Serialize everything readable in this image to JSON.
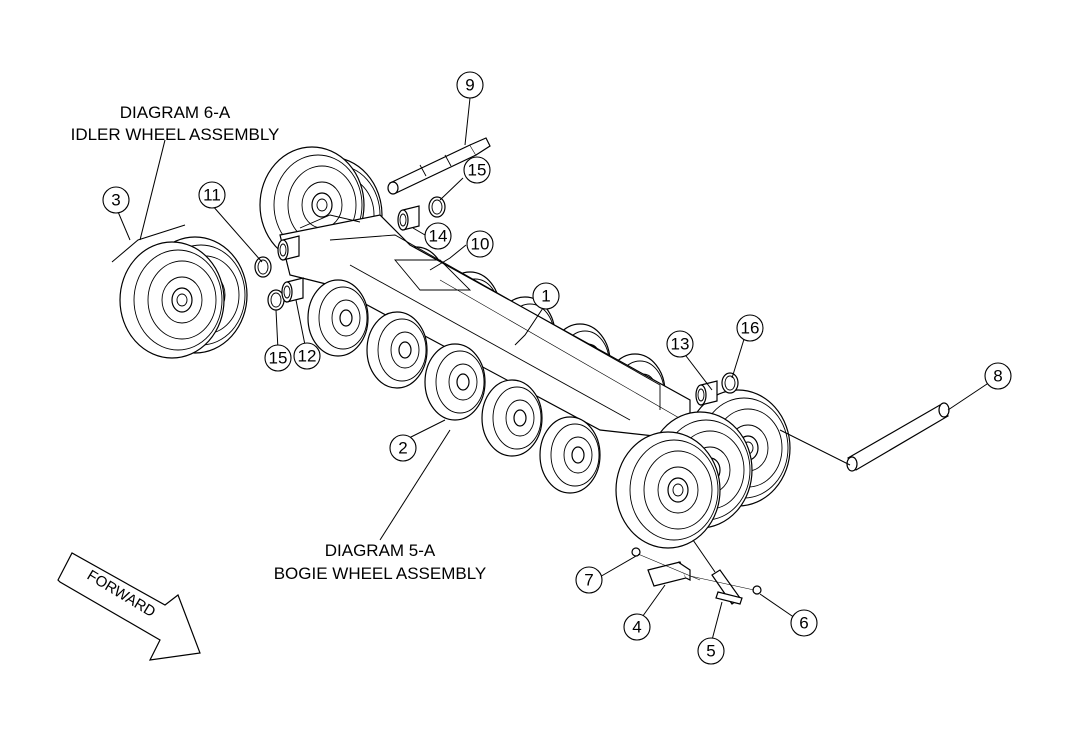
{
  "diagram": {
    "idler_label": {
      "line1": "DIAGRAM 6-A",
      "line2": "IDLER WHEEL ASSEMBLY"
    },
    "bogie_label": {
      "line1": "DIAGRAM 5-A",
      "line2": "BOGIE WHEEL ASSEMBLY"
    },
    "forward_label": "FORWARD",
    "callouts": [
      {
        "id": "c1",
        "number": "1"
      },
      {
        "id": "c2",
        "number": "2"
      },
      {
        "id": "c3",
        "number": "3"
      },
      {
        "id": "c4",
        "number": "4"
      },
      {
        "id": "c5",
        "number": "5"
      },
      {
        "id": "c6",
        "number": "6"
      },
      {
        "id": "c7",
        "number": "7"
      },
      {
        "id": "c8",
        "number": "8"
      },
      {
        "id": "c9",
        "number": "9"
      },
      {
        "id": "c10",
        "number": "10"
      },
      {
        "id": "c11",
        "number": "11"
      },
      {
        "id": "c12",
        "number": "12"
      },
      {
        "id": "c13",
        "number": "13"
      },
      {
        "id": "c14",
        "number": "14"
      },
      {
        "id": "c15a",
        "number": "15"
      },
      {
        "id": "c15b",
        "number": "15"
      },
      {
        "id": "c16",
        "number": "16"
      }
    ]
  }
}
